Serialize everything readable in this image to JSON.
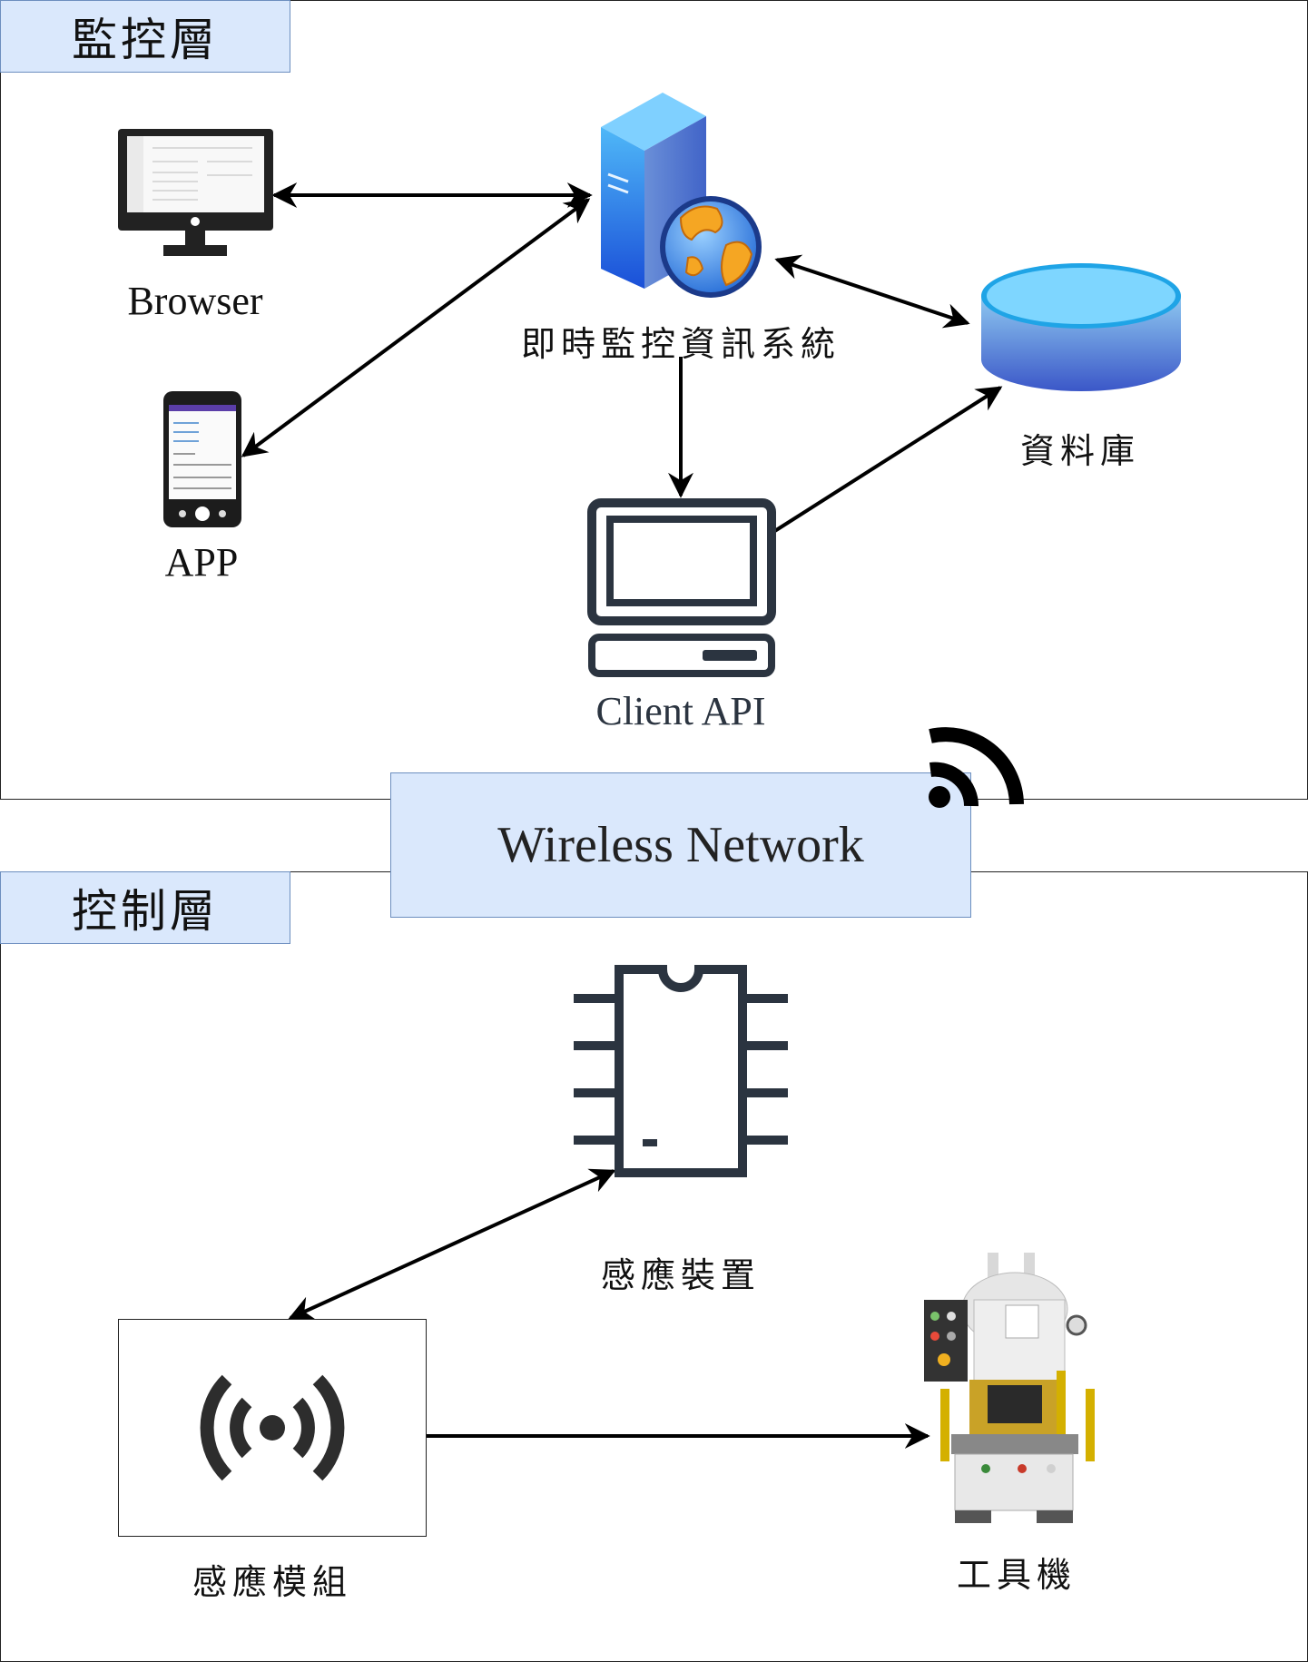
{
  "monitor_layer": {
    "title": "監控層"
  },
  "control_layer": {
    "title": "控制層"
  },
  "wireless": {
    "label": "Wireless Network"
  },
  "nodes": {
    "browser": {
      "label": "Browser",
      "icon": "monitor-icon"
    },
    "app": {
      "label": "APP",
      "icon": "smartphone-icon"
    },
    "server": {
      "label": "即時監控資訊系統",
      "icon": "web-server-icon"
    },
    "database": {
      "label": "資料庫",
      "icon": "database-icon"
    },
    "client_api": {
      "label": "Client API",
      "icon": "computer-terminal-icon"
    },
    "sensor_device": {
      "label": "感應裝置",
      "icon": "chip-icon"
    },
    "sensor_module": {
      "label": "感應模組",
      "icon": "wireless-signal-icon"
    },
    "machine_tool": {
      "label": "工具機",
      "icon": "press-machine-icon"
    }
  },
  "colors": {
    "tag_fill": "#dae8fc",
    "tag_border": "#6c8ebf",
    "icon_dark": "#2b3440"
  }
}
